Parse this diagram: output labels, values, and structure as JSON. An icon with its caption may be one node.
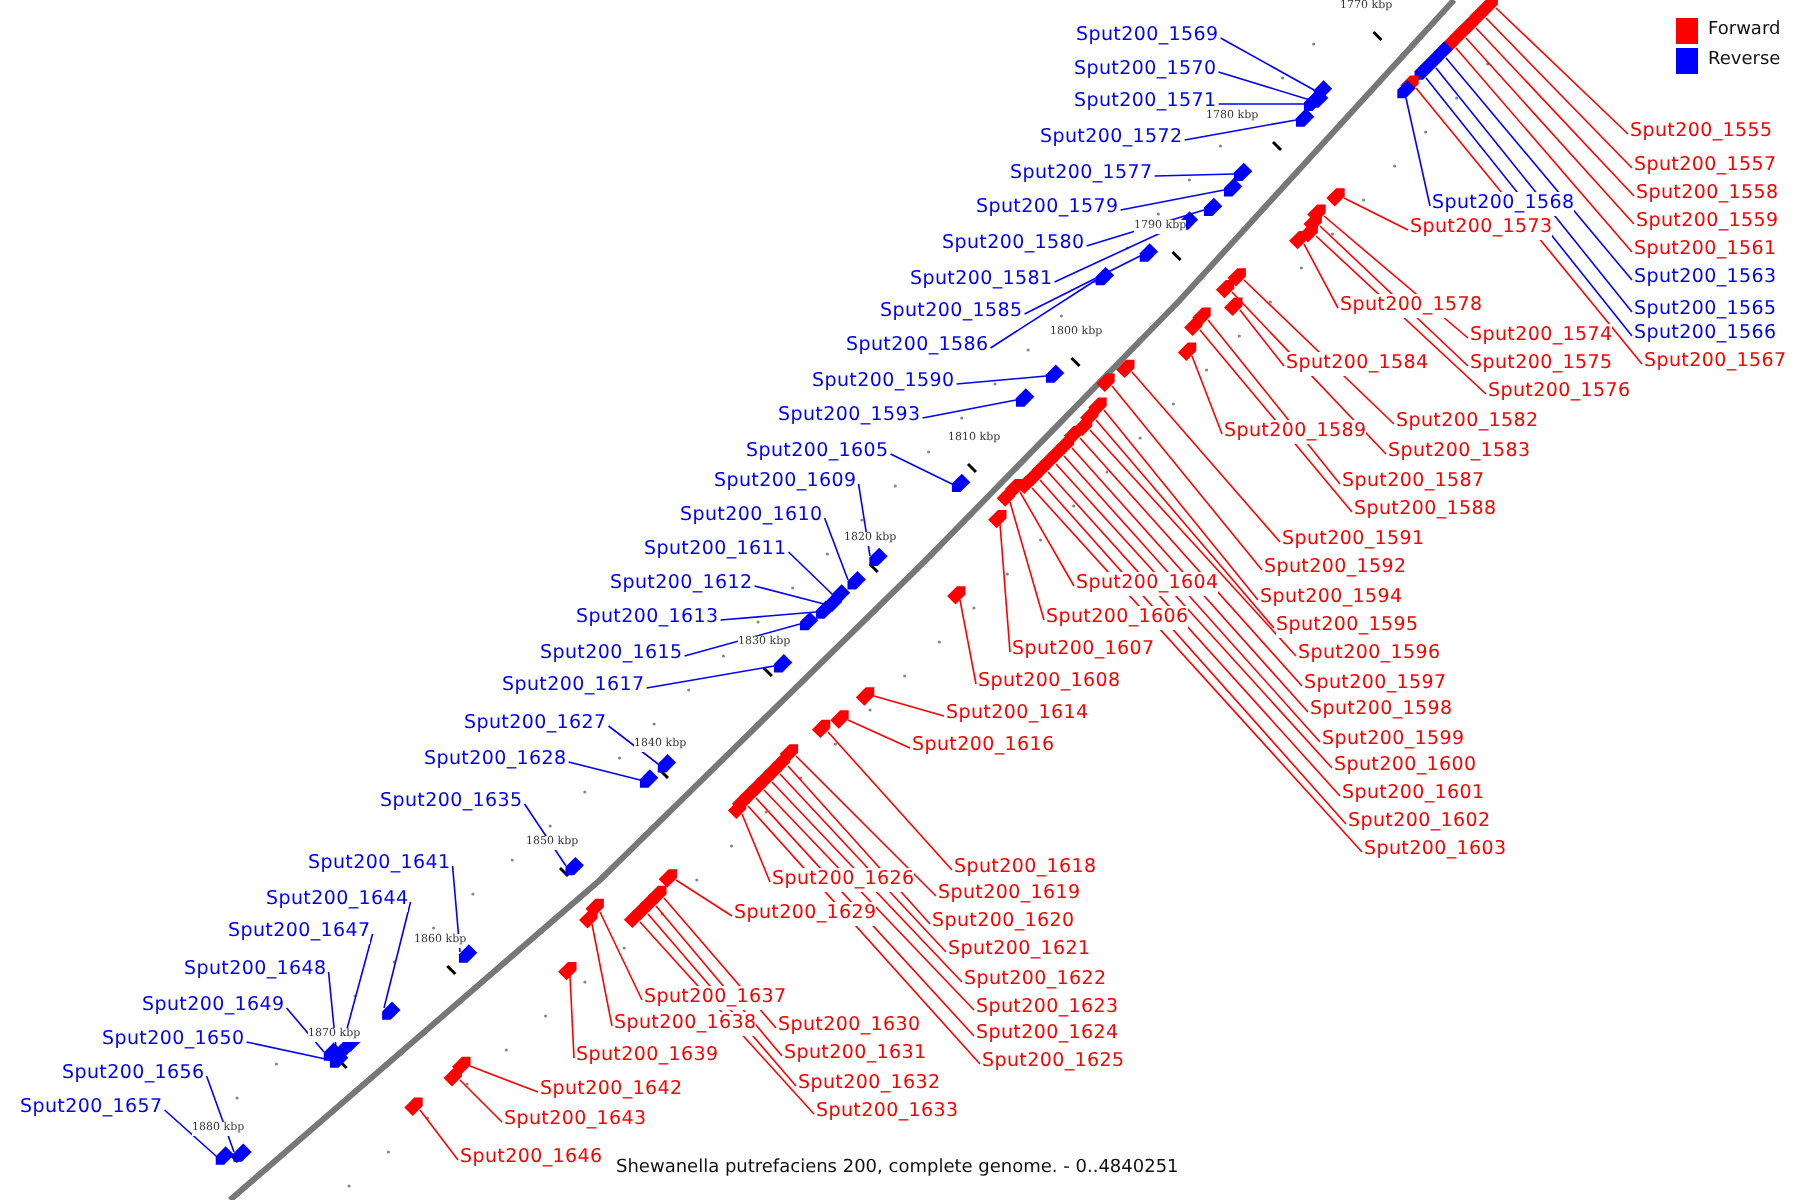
{
  "diagram": {
    "caption": "Shewanella putrefaciens 200, complete genome. - 0..4840251",
    "nodes": [
      {
        "text": [
          "Sput200_1555"
        ]
      },
      {
        "text": [
          "Sput200_1557"
        ]
      },
      {
        "text": [
          "Sput200_1558"
        ]
      },
      {
        "text": [
          "Sput200_1559"
        ]
      },
      {
        "text": [
          "Sput200_1561"
        ]
      },
      {
        "text": [
          "Sput200_1563"
        ]
      },
      {
        "text": [
          "Sput200_1565"
        ]
      },
      {
        "text": [
          "Sput200_1566"
        ]
      },
      {
        "text": [
          "Sput200_1567"
        ]
      },
      {
        "text": [
          "Sput200_1568"
        ]
      },
      {
        "text": [
          "Sput200_1569"
        ]
      },
      {
        "text": [
          "Sput200_1570"
        ]
      },
      {
        "text": [
          "Sput200_1571"
        ]
      },
      {
        "text": [
          "Sput200_1572"
        ]
      },
      {
        "text": [
          "Sput200_1573"
        ]
      },
      {
        "text": [
          "Sput200_1574"
        ]
      },
      {
        "text": [
          "Sput200_1575"
        ]
      },
      {
        "text": [
          "Sput200_1576"
        ]
      },
      {
        "text": [
          "Sput200_1577"
        ]
      },
      {
        "text": [
          "Sput200_1578"
        ]
      },
      {
        "text": [
          "Sput200_1579"
        ]
      },
      {
        "text": [
          "Sput200_1580"
        ]
      },
      {
        "text": [
          "Sput200_1581"
        ]
      },
      {
        "text": [
          "Sput200_1582"
        ]
      },
      {
        "text": [
          "Sput200_1583"
        ]
      },
      {
        "text": [
          "Sput200_1584"
        ]
      },
      {
        "text": [
          "Sput200_1585"
        ]
      },
      {
        "text": [
          "Sput200_1586"
        ]
      },
      {
        "text": [
          "Sput200_1587"
        ]
      },
      {
        "text": [
          "Sput200_1588"
        ]
      },
      {
        "text": [
          "Sput200_1589"
        ]
      },
      {
        "text": [
          "Sput200_1590"
        ]
      },
      {
        "text": [
          "Sput200_1591"
        ]
      },
      {
        "text": [
          "Sput200_1592"
        ]
      },
      {
        "text": [
          "Sput200_1593"
        ]
      },
      {
        "text": [
          "Sput200_1594"
        ]
      },
      {
        "text": [
          "Sput200_1595"
        ]
      },
      {
        "text": [
          "Sput200_1596"
        ]
      },
      {
        "text": [
          "Sput200_1597"
        ]
      },
      {
        "text": [
          "Sput200_1598"
        ]
      },
      {
        "text": [
          "Sput200_1599"
        ]
      },
      {
        "text": [
          "Sput200_1600"
        ]
      },
      {
        "text": [
          "Sput200_1601"
        ]
      },
      {
        "text": [
          "Sput200_1602"
        ]
      },
      {
        "text": [
          "Sput200_1603"
        ]
      },
      {
        "text": [
          "Sput200_1604"
        ]
      },
      {
        "text": [
          "Sput200_1605"
        ]
      },
      {
        "text": [
          "Sput200_1606"
        ]
      },
      {
        "text": [
          "Sput200_1607"
        ]
      },
      {
        "text": [
          "Sput200_1608"
        ]
      },
      {
        "text": [
          "Sput200_1609"
        ]
      },
      {
        "text": [
          "Sput200_1610"
        ]
      },
      {
        "text": [
          "Sput200_1611"
        ]
      },
      {
        "text": [
          "Sput200_1612"
        ]
      },
      {
        "text": [
          "Sput200_1613"
        ]
      },
      {
        "text": [
          "Sput200_1614"
        ]
      },
      {
        "text": [
          "Sput200_1615"
        ]
      },
      {
        "text": [
          "Sput200_1616"
        ]
      },
      {
        "text": [
          "Sput200_1617"
        ]
      },
      {
        "text": [
          "Sput200_1618"
        ]
      },
      {
        "text": [
          "Sput200_1619"
        ]
      },
      {
        "text": [
          "Sput200_1620"
        ]
      },
      {
        "text": [
          "Sput200_1621"
        ]
      },
      {
        "text": [
          "Sput200_1622"
        ]
      },
      {
        "text": [
          "Sput200_1623"
        ]
      },
      {
        "text": [
          "Sput200_1624"
        ]
      },
      {
        "text": [
          "Sput200_1625"
        ]
      },
      {
        "text": [
          "Sput200_1626"
        ]
      },
      {
        "text": [
          "Sput200_1627"
        ]
      },
      {
        "text": [
          "Sput200_1628"
        ]
      },
      {
        "text": [
          "Sput200_1629"
        ]
      },
      {
        "text": [
          "Sput200_1630"
        ]
      },
      {
        "text": [
          "Sput200_1631"
        ]
      },
      {
        "text": [
          "Sput200_1632"
        ]
      },
      {
        "text": [
          "Sput200_1633"
        ]
      },
      {
        "text": [
          "Sput200_1635"
        ]
      },
      {
        "text": [
          "Sput200_1637"
        ]
      },
      {
        "text": [
          "Sput200_1638"
        ]
      },
      {
        "text": [
          "Sput200_1639"
        ]
      },
      {
        "text": [
          "Sput200_1641"
        ]
      },
      {
        "text": [
          "Sput200_1642"
        ]
      },
      {
        "text": [
          "Sput200_1643"
        ]
      },
      {
        "text": [
          "Sput200_1644"
        ]
      },
      {
        "text": [
          "Sput200_1646"
        ]
      },
      {
        "text": [
          "Sput200_1647"
        ]
      },
      {
        "text": [
          "Sput200_1648"
        ]
      },
      {
        "text": [
          "Sput200_1649"
        ]
      },
      {
        "text": [
          "Sput200_1650"
        ]
      },
      {
        "text": [
          "Sput200_1656"
        ]
      },
      {
        "text": [
          "Sput200_1657"
        ]
      },
      {
        "text": [],
        "shape": "arrow"
      },
      {
        "text": [],
        "shape": "arrow"
      },
      {
        "text": [],
        "shape": "arrow"
      },
      {
        "text": [],
        "shape": "arrow"
      },
      {
        "text": [],
        "shape": "arrow"
      },
      {
        "text": [],
        "shape": "arrow"
      },
      {
        "text": [],
        "shape": "arrow"
      },
      {
        "text": [],
        "shape": "arrow"
      },
      {
        "text": [],
        "shape": "arrow"
      },
      {
        "text": [],
        "shape": "arrow"
      },
      {
        "text": [],
        "shape": "arrow"
      },
      {
        "text": [],
        "shape": "arrow"
      },
      {
        "text": [],
        "shape": "arrow"
      },
      {
        "text": [],
        "shape": "arrow"
      },
      {
        "text": [],
        "shape": "arrow"
      },
      {
        "text": [],
        "shape": "arrow"
      },
      {
        "text": [],
        "shape": "arrow"
      },
      {
        "text": [],
        "shape": "arrow"
      },
      {
        "text": [],
        "shape": "arrow"
      },
      {
        "text": [],
        "shape": "arrow"
      },
      {
        "text": [],
        "shape": "arrow"
      },
      {
        "text": [],
        "shape": "arrow"
      },
      {
        "text": [],
        "shape": "arrow"
      },
      {
        "text": [],
        "shape": "arrow"
      },
      {
        "text": [],
        "shape": "arrow"
      },
      {
        "text": [],
        "shape": "arrow"
      },
      {
        "text": [],
        "shape": "arrow"
      },
      {
        "text": [],
        "shape": "arrow"
      },
      {
        "text": [],
        "shape": "arrow"
      },
      {
        "text": [],
        "shape": "arrow"
      },
      {
        "text": [],
        "shape": "arrow"
      },
      {
        "text": [],
        "shape": "arrow"
      },
      {
        "text": [],
        "shape": "arrow"
      },
      {
        "text": [],
        "shape": "arrow"
      },
      {
        "text": [],
        "shape": "arrow"
      },
      {
        "text": [],
        "shape": "arrow"
      },
      {
        "text": [],
        "shape": "arrow"
      },
      {
        "text": [],
        "shape": "arrow"
      },
      {
        "text": [],
        "shape": "arrow"
      },
      {
        "text": [],
        "shape": "arrow"
      },
      {
        "text": [],
        "shape": "arrow"
      },
      {
        "text": [],
        "shape": "arrow"
      },
      {
        "text": [],
        "shape": "arrow"
      },
      {
        "text": [],
        "shape": "arrow"
      },
      {
        "text": [],
        "shape": "arrow"
      },
      {
        "text": [],
        "shape": "arrow"
      },
      {
        "text": [],
        "shape": "arrow"
      },
      {
        "text": [],
        "shape": "arrow"
      },
      {
        "text": [],
        "shape": "arrow"
      },
      {
        "text": [],
        "shape": "arrow"
      },
      {
        "text": [],
        "shape": "arrow"
      },
      {
        "text": [],
        "shape": "arrow"
      },
      {
        "text": [],
        "shape": "arrow"
      },
      {
        "text": [],
        "shape": "arrow"
      },
      {
        "text": [],
        "shape": "arrow"
      },
      {
        "text": [],
        "shape": "arrow"
      },
      {
        "text": [],
        "shape": "arrow"
      },
      {
        "text": [],
        "shape": "arrow"
      },
      {
        "text": [],
        "shape": "arrow"
      },
      {
        "text": [],
        "shape": "arrow"
      },
      {
        "text": [],
        "shape": "arrow"
      },
      {
        "text": [],
        "shape": "arrow"
      },
      {
        "text": [],
        "shape": "arrow"
      },
      {
        "text": [],
        "shape": "arrow"
      },
      {
        "text": [],
        "shape": "arrow"
      },
      {
        "text": [],
        "shape": "arrow"
      },
      {
        "text": [],
        "shape": "arrow"
      },
      {
        "text": [],
        "shape": "arrow"
      },
      {
        "text": [],
        "shape": "arrow"
      },
      {
        "text": [],
        "shape": "arrow"
      },
      {
        "text": [],
        "shape": "arrow"
      },
      {
        "text": [],
        "shape": "arrow"
      },
      {
        "text": [],
        "shape": "arrow"
      },
      {
        "text": [],
        "shape": "arrow"
      },
      {
        "text": [],
        "shape": "arrow"
      },
      {
        "text": [],
        "shape": "arrow"
      },
      {
        "text": [],
        "shape": "arrow"
      },
      {
        "text": [],
        "shape": "arrow"
      },
      {
        "text": [],
        "shape": "arrow"
      },
      {
        "text": [],
        "shape": "arrow"
      },
      {
        "text": [],
        "shape": "arrow"
      },
      {
        "text": [],
        "shape": "arrow"
      },
      {
        "text": [],
        "shape": "arrow"
      },
      {
        "text": [],
        "shape": "arrow"
      },
      {
        "text": [],
        "shape": "arrow"
      },
      {
        "text": [],
        "shape": "arrow"
      },
      {
        "text": [],
        "shape": "arrow"
      },
      {
        "text": [],
        "shape": "arrow"
      },
      {
        "text": [],
        "shape": "arrow"
      },
      {
        "text": [],
        "shape": "arrow"
      }
    ],
    "edges": [
      {
        "from": 0,
        "to": 90,
        "arrow": "none"
      },
      {
        "from": 1,
        "to": 91,
        "arrow": "none"
      },
      {
        "from": 2,
        "to": 92,
        "arrow": "none"
      },
      {
        "from": 3,
        "to": 93,
        "arrow": "none"
      },
      {
        "from": 4,
        "to": 94,
        "arrow": "none"
      },
      {
        "from": 5,
        "to": 95,
        "arrow": "none",
        "color": "#0000ff"
      },
      {
        "from": 6,
        "to": 96,
        "arrow": "none",
        "color": "#0000ff"
      },
      {
        "from": 7,
        "to": 97,
        "arrow": "none",
        "color": "#0000ff"
      },
      {
        "from": 8,
        "to": 98,
        "arrow": "none"
      },
      {
        "from": 9,
        "to": 99,
        "arrow": "none",
        "color": "#0000ff"
      },
      {
        "from": 10,
        "to": 100,
        "arrow": "none",
        "color": "#0000ff"
      },
      {
        "from": 11,
        "to": 101,
        "arrow": "none",
        "color": "#0000ff"
      },
      {
        "from": 12,
        "to": 102,
        "arrow": "none",
        "color": "#0000ff"
      },
      {
        "from": 13,
        "to": 103,
        "arrow": "none",
        "color": "#0000ff"
      },
      {
        "from": 14,
        "to": 104,
        "arrow": "none"
      },
      {
        "from": 15,
        "to": 105,
        "arrow": "none"
      },
      {
        "from": 16,
        "to": 106,
        "arrow": "none"
      },
      {
        "from": 17,
        "to": 107,
        "arrow": "none"
      },
      {
        "from": 18,
        "to": 108,
        "arrow": "none",
        "color": "#0000ff"
      },
      {
        "from": 19,
        "to": 109,
        "arrow": "none"
      },
      {
        "from": 20,
        "to": 110,
        "arrow": "none",
        "color": "#0000ff"
      },
      {
        "from": 21,
        "to": 111,
        "arrow": "none",
        "color": "#0000ff"
      },
      {
        "from": 22,
        "to": 112,
        "arrow": "none",
        "color": "#0000ff"
      },
      {
        "from": 23,
        "to": 113,
        "arrow": "none"
      },
      {
        "from": 24,
        "to": 114,
        "arrow": "none"
      },
      {
        "from": 25,
        "to": 115,
        "arrow": "none"
      },
      {
        "from": 26,
        "to": 116,
        "arrow": "none",
        "color": "#0000ff"
      },
      {
        "from": 27,
        "to": 117,
        "arrow": "none",
        "color": "#0000ff"
      },
      {
        "from": 28,
        "to": 118,
        "arrow": "none"
      },
      {
        "from": 29,
        "to": 119,
        "arrow": "none"
      },
      {
        "from": 30,
        "to": 120,
        "arrow": "none"
      },
      {
        "from": 31,
        "to": 121,
        "arrow": "none",
        "color": "#0000ff"
      },
      {
        "from": 32,
        "to": 122,
        "arrow": "none"
      },
      {
        "from": 33,
        "to": 123,
        "arrow": "none"
      },
      {
        "from": 34,
        "to": 124,
        "arrow": "none",
        "color": "#0000ff"
      },
      {
        "from": 35,
        "to": 125,
        "arrow": "none"
      },
      {
        "from": 36,
        "to": 126,
        "arrow": "none"
      },
      {
        "from": 37,
        "to": 127,
        "arrow": "none"
      },
      {
        "from": 38,
        "to": 128,
        "arrow": "none"
      },
      {
        "from": 39,
        "to": 129,
        "arrow": "none"
      },
      {
        "from": 40,
        "to": 130,
        "arrow": "none"
      },
      {
        "from": 41,
        "to": 131,
        "arrow": "none"
      },
      {
        "from": 42,
        "to": 132,
        "arrow": "none"
      },
      {
        "from": 43,
        "to": 133,
        "arrow": "none"
      },
      {
        "from": 44,
        "to": 134,
        "arrow": "none"
      },
      {
        "from": 45,
        "to": 135,
        "arrow": "none"
      },
      {
        "from": 46,
        "to": 136,
        "arrow": "none",
        "color": "#0000ff"
      },
      {
        "from": 47,
        "to": 137,
        "arrow": "none"
      },
      {
        "from": 48,
        "to": 138,
        "arrow": "none"
      },
      {
        "from": 49,
        "to": 139,
        "arrow": "none"
      },
      {
        "from": 50,
        "to": 140,
        "arrow": "none",
        "color": "#0000ff"
      },
      {
        "from": 51,
        "to": 141,
        "arrow": "none",
        "color": "#0000ff"
      },
      {
        "from": 52,
        "to": 142,
        "arrow": "none",
        "color": "#0000ff"
      },
      {
        "from": 53,
        "to": 143,
        "arrow": "none",
        "color": "#0000ff"
      },
      {
        "from": 54,
        "to": 144,
        "arrow": "none",
        "color": "#0000ff"
      },
      {
        "from": 55,
        "to": 145,
        "arrow": "none"
      },
      {
        "from": 56,
        "to": 146,
        "arrow": "none",
        "color": "#0000ff"
      },
      {
        "from": 57,
        "to": 147,
        "arrow": "none"
      },
      {
        "from": 58,
        "to": 148,
        "arrow": "none",
        "color": "#0000ff"
      },
      {
        "from": 59,
        "to": 149,
        "arrow": "none"
      },
      {
        "from": 60,
        "to": 150,
        "arrow": "none"
      },
      {
        "from": 61,
        "to": 151,
        "arrow": "none"
      },
      {
        "from": 62,
        "to": 152,
        "arrow": "none"
      },
      {
        "from": 63,
        "to": 153,
        "arrow": "none"
      },
      {
        "from": 64,
        "to": 154,
        "arrow": "none"
      },
      {
        "from": 65,
        "to": 155,
        "arrow": "none"
      },
      {
        "from": 66,
        "to": 156,
        "arrow": "none"
      },
      {
        "from": 67,
        "to": 157,
        "arrow": "none"
      },
      {
        "from": 68,
        "to": 158,
        "arrow": "none",
        "color": "#0000ff"
      },
      {
        "from": 69,
        "to": 159,
        "arrow": "none",
        "color": "#0000ff"
      },
      {
        "from": 70,
        "to": 160,
        "arrow": "none"
      },
      {
        "from": 71,
        "to": 161,
        "arrow": "none"
      },
      {
        "from": 72,
        "to": 162,
        "arrow": "none"
      },
      {
        "from": 73,
        "to": 163,
        "arrow": "none"
      },
      {
        "from": 74,
        "to": 164,
        "arrow": "none"
      },
      {
        "from": 75,
        "to": 165,
        "arrow": "none",
        "color": "#0000ff"
      },
      {
        "from": 76,
        "to": 166,
        "arrow": "none"
      },
      {
        "from": 77,
        "to": 167,
        "arrow": "none"
      },
      {
        "from": 78,
        "to": 168,
        "arrow": "none"
      },
      {
        "from": 79,
        "to": 169,
        "arrow": "none",
        "color": "#0000ff"
      },
      {
        "from": 80,
        "to": 170,
        "arrow": "none"
      },
      {
        "from": 81,
        "to": 171,
        "arrow": "none"
      },
      {
        "from": 82,
        "to": 172,
        "arrow": "none",
        "color": "#0000ff"
      },
      {
        "from": 83,
        "to": 173,
        "arrow": "none"
      },
      {
        "from": 84,
        "to": 174,
        "arrow": "none",
        "color": "#0000ff"
      },
      {
        "from": 85,
        "to": 175,
        "arrow": "none",
        "color": "#0000ff"
      },
      {
        "from": 86,
        "to": 176,
        "arrow": "none",
        "color": "#0000ff"
      },
      {
        "from": 87,
        "to": 177,
        "arrow": "none",
        "color": "#0000ff"
      },
      {
        "from": 88,
        "to": 178,
        "arrow": "none",
        "color": "#0000ff"
      },
      {
        "from": 89,
        "to": 179,
        "arrow": "none",
        "color": "#0000ff"
      }
    ],
    "labels": [
      "1770 kbp",
      "1780 kbp",
      "1790 kbp",
      "1800 kbp",
      "1810 kbp",
      "1820 kbp",
      "1830 kbp",
      "1840 kbp",
      "1850 kbp",
      "1860 kbp",
      "1870 kbp",
      "1880 kbp"
    ],
    "legend": [
      {
        "text": "Forward",
        "color": "#ff0000"
      },
      {
        "text": "Reverse",
        "color": "#0000ff"
      }
    ]
  }
}
